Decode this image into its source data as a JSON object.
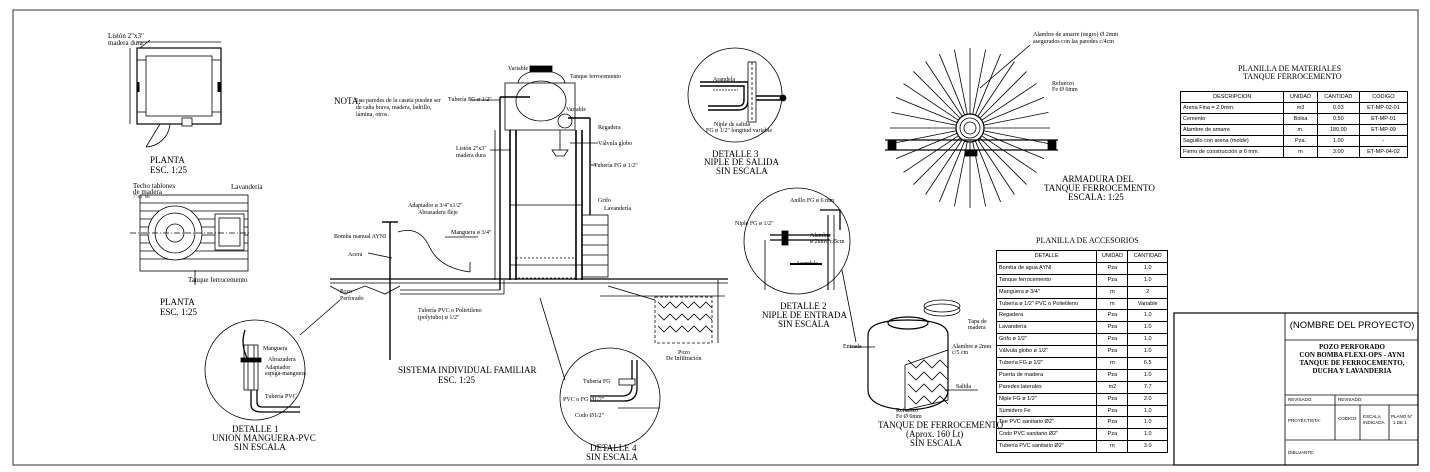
{
  "plan1": {
    "title": "PLANTA",
    "scale": "ESC. 1:25",
    "label_liston": "Listón 2\"x3\"",
    "label_madera": "madera dura"
  },
  "plan2": {
    "title": "PLANTA",
    "scale": "ESC. 1:25",
    "label_techo": "Techo tablones",
    "label_techo2": "de madera",
    "label_techo3": "7\"x1\"x8'",
    "label_lavanderia": "Lavandería",
    "label_tanque": "Tanque ferrocemento"
  },
  "system": {
    "title": "SISTEMA INDIVIDUAL FAMILIAR",
    "scale": "ESC. 1:25",
    "nota_label": "NOTA:",
    "nota_text1": "Las paredes de la caseta pueden ser",
    "nota_text2": "de caña brava, madera, ladrillo,",
    "nota_text3": "lámina, otros.",
    "variable1": "Variable",
    "variable2": "Variable",
    "tanque": "Tanque ferrocemento",
    "tuberia_fg": "Tubería FG ø 1/2\"",
    "regadera": "Regadera",
    "valvula": "Válvula globo",
    "tuberia_fg2": "Tubería FG ø 1/2\"",
    "liston": "Listón 2\"x3\"",
    "madera": "madera dura",
    "grifo": "Grifo",
    "lavanderia": "Lavandería",
    "adaptador": "Adaptador ø 3/4\"x1/2\"",
    "abrazadera": "Abrazadera fleje",
    "manguera": "Manguera ø 3/4\"",
    "bomba": "Bomba manual AYNI",
    "acera": "Acera",
    "pozo_perforado1": "Pozo",
    "pozo_perforado2": "Perforado",
    "tuberia_pvc": "Tubería PVC o Polietileno",
    "tuberia_pvc2": "(polytubo) ø 1/2\"",
    "pozo_inf1": "Pozo",
    "pozo_inf2": "De Infiltración"
  },
  "detail1": {
    "title": "DETALLE 1",
    "subtitle": "UNION MANGUERA-PVC",
    "scale": "SIN ESCALA",
    "manguera": "Manguera",
    "abrazadera": "Abrazadera",
    "adaptador": "Adaptador",
    "espiga": "espiga-manguera",
    "tuberia": "Tubería PVC"
  },
  "detail2": {
    "title": "DETALLE 2",
    "subtitle": "NIPLE DE ENTRADA",
    "scale": "SIN ESCALA",
    "anillo": "Anillo FG ø 6 mm",
    "niple": "Niple FG ø 1/2\"",
    "alambre": "Alambre",
    "alambre2": "ø 2mm. c/5cm",
    "tuerca": "Arandela"
  },
  "detail3": {
    "title": "DETALLE 3",
    "subtitle": "NIPLE DE SALIDA",
    "scale": "SIN ESCALA",
    "arandela": "Arandela",
    "niple": "Niple de salida",
    "niple2": "FG ø 1/2\" longitud variable"
  },
  "detail4": {
    "title": "DETALLE 4",
    "scale": "SIN ESCALA",
    "tuberia_fg": "Tubería FG",
    "pvc": "PVC o FG Ø1/2\"",
    "codo": "Codo Ø1/2\""
  },
  "armadura": {
    "title1": "ARMADURA DEL",
    "title2": "TANQUE FERROCEMENTO",
    "scale": "ESCALA: 1:25",
    "alambre1": "Alambre de amarre (negro) Ø 2mm",
    "alambre2": "asegurados con las paredes c/4cm",
    "refuerzo1": "Refuerzo",
    "refuerzo2": "Fe Ø 6mm"
  },
  "tank": {
    "title": "TANQUE DE FERROCEMENTO",
    "subtitle": "(Aprox. 160 Lt)",
    "scale": "SIN ESCALA",
    "entrada": "Entrada",
    "salida": "Salida",
    "tapa1": "Tapa de",
    "tapa2": "madera",
    "alambre1": "Alambre ø 2mm",
    "alambre2": "c/5 cm",
    "refuerzo1": "Refuerzo",
    "refuerzo2": "Fe Ø 6mm"
  },
  "materiales": {
    "title1": "PLANILLA DE MATERIALES",
    "title2": "TANQUE FERROCEMENTO",
    "headers": [
      "DESCRIPCION",
      "UNIDAD",
      "CANTIDAD",
      "CODIGO"
    ],
    "rows": [
      [
        "Arena Fina = 2.0mm.",
        "m3",
        "0.03",
        "ET-MP-02-01"
      ],
      [
        "Cemento",
        "Bolsa",
        "0.50",
        "ET-MP-01"
      ],
      [
        "Alambre de amarre",
        "m.",
        "180.00",
        "ET-MP-09"
      ],
      [
        "Saguillo con arena (molde)",
        "Pza.",
        "1.00",
        "-"
      ],
      [
        "Fierro de construcción ø 6 mm.",
        "m",
        "3.00",
        "ET-MP-04-02"
      ]
    ]
  },
  "accesorios": {
    "title": "PLANILLA DE ACCESORIOS",
    "headers": [
      "DETALLE",
      "UNIDAD",
      "CANTIDAD"
    ],
    "rows": [
      [
        "Bomba de agua AYNI",
        "Pza",
        "1.0"
      ],
      [
        "Tanque ferrocemento",
        "Pza",
        "1.0"
      ],
      [
        "Manguera ø 3/4\"",
        "m",
        "2"
      ],
      [
        "Tubería ø 1/2\" PVC o Polietileno",
        "m",
        "Variable"
      ],
      [
        "Regadera",
        "Pza",
        "1.0"
      ],
      [
        "Lavandería",
        "Pza",
        "1.0"
      ],
      [
        "Grifo ø 1/2\"",
        "Pza",
        "1.0"
      ],
      [
        "Válvula globo ø 1/2\"",
        "Pza",
        "1.0"
      ],
      [
        "Tubería FG ø 1/2\"",
        "m",
        "6.5"
      ],
      [
        "Puerta de madera",
        "Pza",
        "1.0"
      ],
      [
        "Paredes laterales",
        "m2",
        "7.7"
      ],
      [
        "Niple FG ø 1/2\"",
        "Pza",
        "2.0"
      ],
      [
        "Sumidero Fe",
        "Pza",
        "1.0"
      ],
      [
        "Tee PVC sanitario Ø2\"",
        "Pza",
        "1.0"
      ],
      [
        "Codo PVC sanitario Ø2\"",
        "Pza",
        "1.0"
      ],
      [
        "Tubería PVC sanitario Ø2\"",
        "m",
        "3.0"
      ]
    ]
  },
  "titleblock": {
    "project": "(NOMBRE DEL PROYECTO)",
    "line1": "POZO PERFORADO",
    "line2": "CON BOMBA  FLEXI-OPS - AYNI",
    "line3": "TANQUE DE FERROCEMENTO,",
    "line4": "DUCHA Y LAVANDERIA",
    "revisado": "REVISADO:",
    "revisado2": "REVISADO:",
    "proyectista": "PROYECTISTA:",
    "codigo": "CODIGO:",
    "escala": "ESCALA",
    "escala2": "INDICADA",
    "plano": "PLANO N°",
    "plano2": "1 DE 1",
    "dibujante": "DIBUJANTE:"
  }
}
